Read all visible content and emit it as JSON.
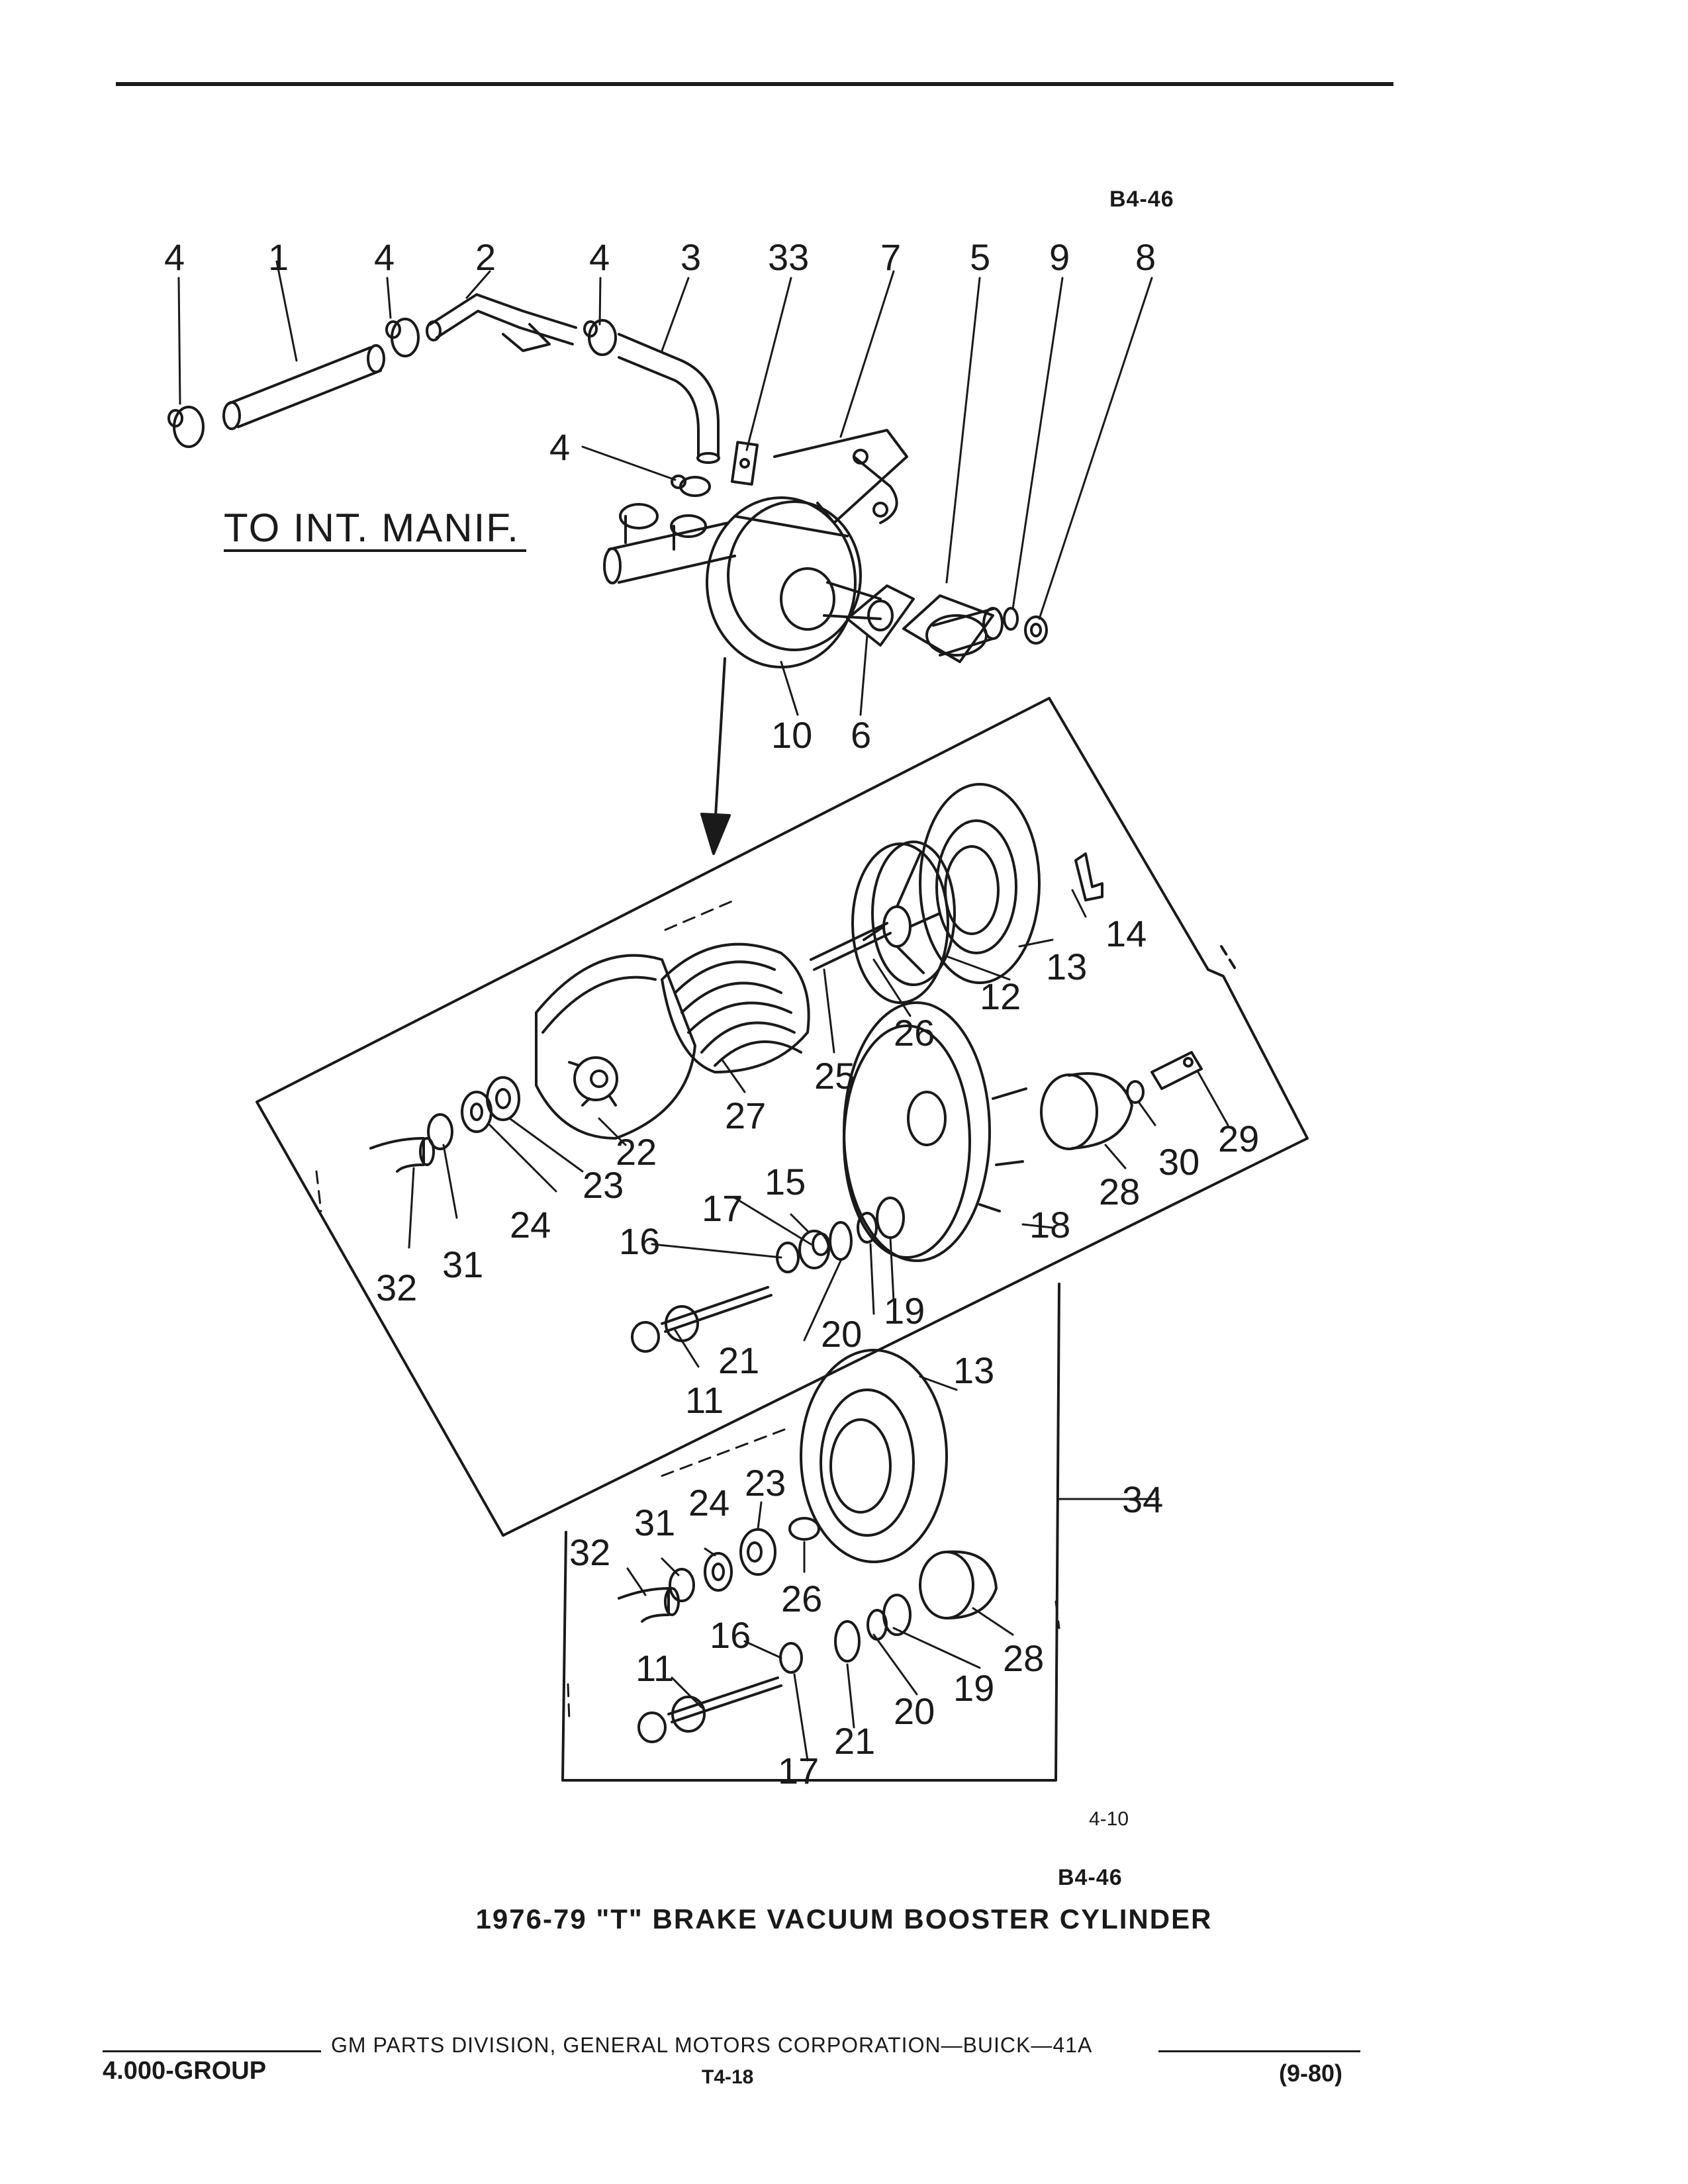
{
  "header": {
    "code_top": "B4-46"
  },
  "diagram": {
    "note": "TO INT. MANIF.",
    "callouts_top": [
      "4",
      "1",
      "4",
      "2",
      "4",
      "3",
      "33",
      "7",
      "5",
      "9",
      "8"
    ],
    "callouts_mid": [
      "4",
      "10",
      "6"
    ],
    "callouts_exploded": [
      "14",
      "13",
      "12",
      "26",
      "25",
      "27",
      "22",
      "23",
      "24",
      "31",
      "32",
      "28",
      "30",
      "29",
      "18",
      "15",
      "17",
      "16",
      "19",
      "20",
      "21",
      "11"
    ],
    "callouts_kit": [
      "13",
      "34",
      "23",
      "24",
      "31",
      "32",
      "26",
      "16",
      "11",
      "19",
      "20",
      "21",
      "17",
      "28"
    ]
  },
  "figure": {
    "number": "4-10",
    "code_bottom": "B4-46",
    "title": "1976-79 \"T\" BRAKE VACUUM BOOSTER CYLINDER"
  },
  "footer": {
    "left": "4.000-GROUP",
    "center_top": "GM PARTS DIVISION, GENERAL MOTORS CORPORATION—BUICK—41A",
    "center_bottom": "T4-18",
    "right": "(9-80)"
  }
}
